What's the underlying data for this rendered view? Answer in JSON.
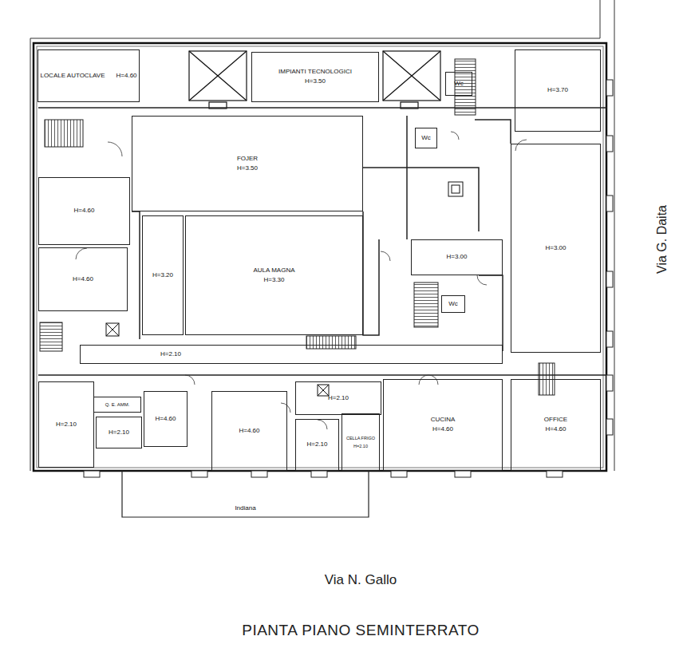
{
  "diagram": {
    "caption": "PIANTA PIANO SEMINTERRATO",
    "nodes": [
      {
        "text": [
          "LOCALE AUTOCLAVE",
          "H=4.60"
        ]
      },
      {
        "text": [
          "IMPIANTI TECNOLOGICI",
          "H=3.50"
        ]
      },
      {
        "text": [
          "Wc"
        ]
      },
      {
        "text": [
          "H=3.70"
        ]
      },
      {
        "text": [
          "FOJER",
          "H=3.50"
        ]
      },
      {
        "text": [
          "Wc"
        ]
      },
      {
        "text": [
          "H=4.60"
        ]
      },
      {
        "text": [
          "H=4.60"
        ]
      },
      {
        "text": [
          "H=3.20"
        ]
      },
      {
        "text": [
          "AULA MAGNA",
          "H=3.30"
        ]
      },
      {
        "text": [
          "H=3.00"
        ]
      },
      {
        "text": [
          "Wc"
        ]
      },
      {
        "text": [
          "H=3.00"
        ]
      },
      {
        "text": [
          "H=2.10"
        ]
      },
      {
        "text": [
          "Q. E. AMM."
        ]
      },
      {
        "text": [
          "H=2.10"
        ]
      },
      {
        "text": [
          "H=2.10"
        ]
      },
      {
        "text": [
          "H=4.60"
        ]
      },
      {
        "text": [
          "H=4.60"
        ]
      },
      {
        "text": [
          "H=2.10"
        ]
      },
      {
        "text": [
          "H=2.10"
        ]
      },
      {
        "text": [
          "CELLA FRIGO",
          "H=2.10"
        ]
      },
      {
        "text": [
          "CUCINA",
          "H=4.60"
        ]
      },
      {
        "text": [
          "OFFICE",
          "H=4.60"
        ]
      },
      {
        "text": [
          "Indiana"
        ]
      }
    ],
    "labels": [
      "Via G. Daita",
      "Via N. Gallo"
    ]
  }
}
